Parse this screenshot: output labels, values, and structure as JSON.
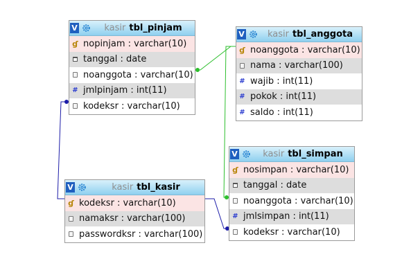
{
  "tables": {
    "pinjam": {
      "db": "kasir",
      "name": "tbl_pinjam",
      "columns": [
        {
          "text": "nopinjam : varchar(10)",
          "icon": "key-icon",
          "style": "pk"
        },
        {
          "text": "tanggal : date",
          "icon": "calendar-icon",
          "style": "alt"
        },
        {
          "text": "noanggota : varchar(10)",
          "icon": "field-icon",
          "style": "plain"
        },
        {
          "text": "jmlpinjam : int(11)",
          "icon": "numeric-icon",
          "style": "alt"
        },
        {
          "text": "kodeksr : varchar(10)",
          "icon": "field-icon",
          "style": "plain"
        }
      ]
    },
    "anggota": {
      "db": "kasir",
      "name": "tbl_anggota",
      "columns": [
        {
          "text": "noanggota : varchar(10)",
          "icon": "key-icon",
          "style": "pk"
        },
        {
          "text": "nama : varchar(100)",
          "icon": "field-icon",
          "style": "alt"
        },
        {
          "text": "wajib : int(11)",
          "icon": "numeric-icon",
          "style": "plain"
        },
        {
          "text": "pokok : int(11)",
          "icon": "numeric-icon",
          "style": "alt"
        },
        {
          "text": "saldo : int(11)",
          "icon": "numeric-icon",
          "style": "plain"
        }
      ]
    },
    "simpan": {
      "db": "kasir",
      "name": "tbl_simpan",
      "columns": [
        {
          "text": "nosimpan : varchar(10)",
          "icon": "key-icon",
          "style": "pk"
        },
        {
          "text": "tanggal : date",
          "icon": "calendar-icon",
          "style": "alt"
        },
        {
          "text": "noanggota : varchar(10)",
          "icon": "field-icon",
          "style": "plain"
        },
        {
          "text": "jmlsimpan : int(11)",
          "icon": "numeric-icon",
          "style": "alt"
        },
        {
          "text": "kodeksr : varchar(10)",
          "icon": "field-icon",
          "style": "plain"
        }
      ]
    },
    "kasir": {
      "db": "kasir",
      "name": "tbl_kasir",
      "columns": [
        {
          "text": "kodeksr : varchar(10)",
          "icon": "key-icon",
          "style": "pk"
        },
        {
          "text": "namaksr : varchar(100)",
          "icon": "field-icon",
          "style": "alt"
        },
        {
          "text": "passwordksr : varchar(100)",
          "icon": "field-icon",
          "style": "plain"
        }
      ]
    }
  },
  "colors": {
    "relation_green": "#2dbf2d",
    "relation_blue": "#1c1ca8"
  },
  "relations": [
    {
      "from": "tbl_pinjam.noanggota",
      "to": "tbl_anggota.noanggota",
      "color": "relation_green"
    },
    {
      "from": "tbl_simpan.noanggota",
      "to": "tbl_anggota.noanggota",
      "color": "relation_green"
    },
    {
      "from": "tbl_pinjam.kodeksr",
      "to": "tbl_kasir.kodeksr",
      "color": "relation_blue"
    },
    {
      "from": "tbl_simpan.kodeksr",
      "to": "tbl_kasir.kodeksr",
      "color": "relation_blue"
    }
  ]
}
